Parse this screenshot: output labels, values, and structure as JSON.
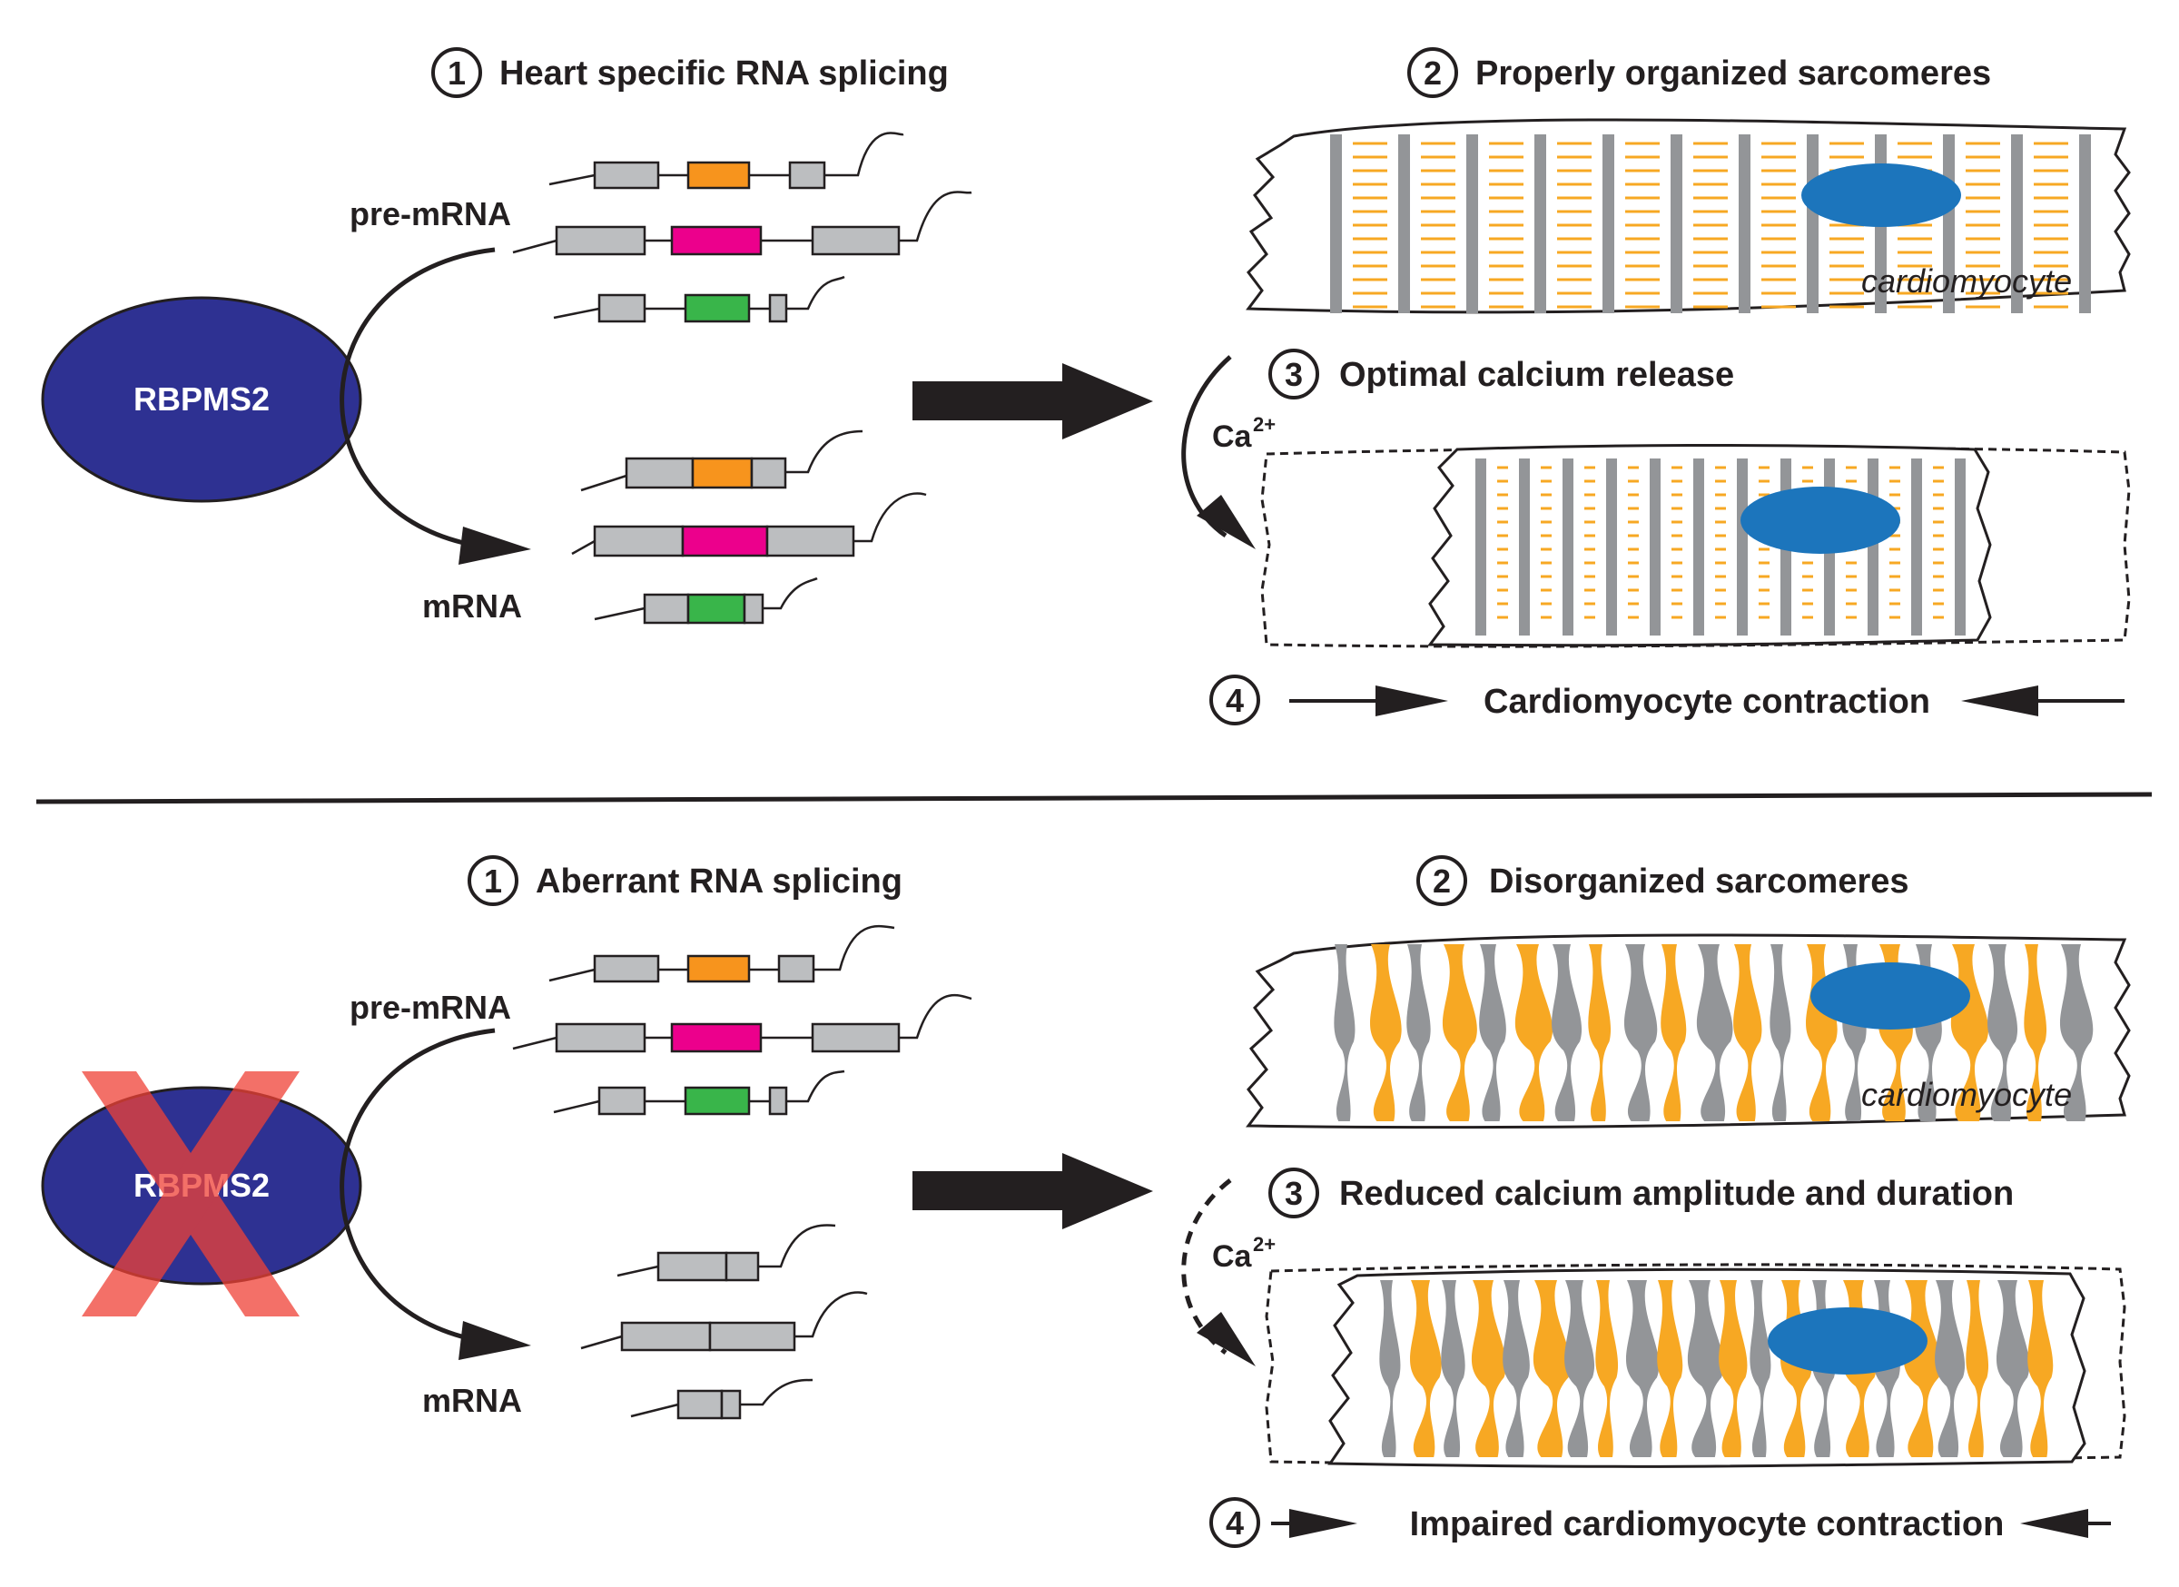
{
  "colors": {
    "protein": "#2e3192",
    "exon_gray": "#bcbec0",
    "exon_orange": "#f7941d",
    "exon_magenta": "#ec008c",
    "exon_green": "#39b54a",
    "nucleus": "#1c75bc",
    "zdisk": "#939598",
    "filament": "#f7a823",
    "cross": "#ef4136"
  },
  "top_panel": {
    "protein_label": "RBPMS2",
    "step1": {
      "number": "1",
      "title": "Heart specific RNA splicing"
    },
    "pre_mrna_label": "pre-mRNA",
    "mrna_label": "mRNA",
    "step2": {
      "number": "2",
      "title": "Properly organized sarcomeres"
    },
    "cell_label": "cardiomyocyte",
    "step3": {
      "number": "3",
      "title": "Optimal calcium release"
    },
    "calcium_label": "Ca",
    "calcium_charge": "2+",
    "step4": {
      "number": "4",
      "title": "Cardiomyocyte contraction"
    }
  },
  "bottom_panel": {
    "protein_label": "RBPMS2",
    "step1": {
      "number": "1",
      "title": "Aberrant RNA splicing"
    },
    "pre_mrna_label": "pre-mRNA",
    "mrna_label": "mRNA",
    "step2": {
      "number": "2",
      "title": "Disorganized sarcomeres"
    },
    "cell_label": "cardiomyocyte",
    "step3": {
      "number": "3",
      "title": "Reduced calcium amplitude and duration"
    },
    "calcium_label": "Ca",
    "calcium_charge": "2+",
    "step4": {
      "number": "4",
      "title": "Impaired cardiomyocyte contraction"
    }
  }
}
